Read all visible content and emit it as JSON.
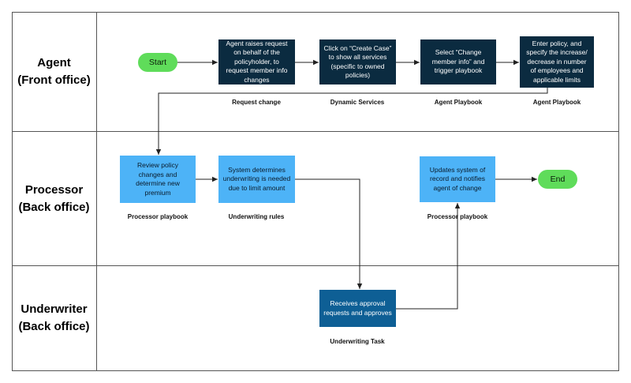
{
  "lanes": [
    {
      "id": "agent",
      "label_line1": "Agent",
      "label_line2": "(Front office)"
    },
    {
      "id": "processor",
      "label_line1": "Processor",
      "label_line2": "(Back office)"
    },
    {
      "id": "underwriter",
      "label_line1": "Underwriter",
      "label_line2": "(Back office)"
    }
  ],
  "nodes": {
    "start": "Start",
    "end": "End",
    "raise_request": "Agent raises request on behalf of the policyholder, to request member info changes",
    "create_case": "Click on “Create Case” to show all services (specific to owned policies)",
    "select_change": "Select “Change member info” and trigger playbook",
    "enter_policy": "Enter policy, and specify the increase/ decrease in number of employees and applicable limits",
    "review_policy": "Review policy changes and determine new premium",
    "system_determines": "System determines underwriting is needed due to limit amount",
    "updates_system": "Updates system of record and notifies agent of change",
    "receives_approval": "Receives approval requests and approves"
  },
  "captions": {
    "request_change": "Request change",
    "dynamic_services": "Dynamic Services",
    "agent_playbook_1": "Agent Playbook",
    "agent_playbook_2": "Agent Playbook",
    "processor_playbook_1": "Processor playbook",
    "underwriting_rules": "Underwriting rules",
    "processor_playbook_2": "Processor playbook",
    "underwriting_task": "Underwriting Task"
  },
  "colors": {
    "dark_box": "#0b2b40",
    "light_box": "#4db3f7",
    "mid_box": "#0e5f95",
    "pill": "#5fdc5a",
    "lines": "#222222"
  }
}
